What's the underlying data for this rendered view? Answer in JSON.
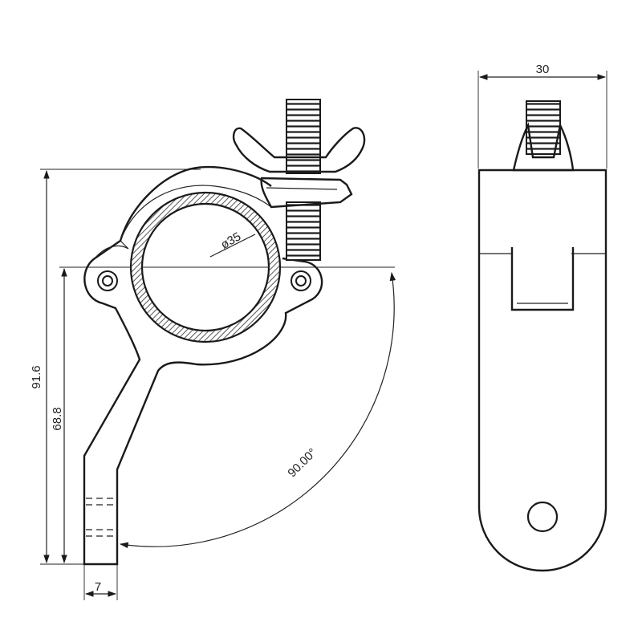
{
  "dimensions": {
    "overall_height": "91.6",
    "handle_height": "68.8",
    "handle_width": "7",
    "tube_diameter": "ø35",
    "angle": "90.00°",
    "side_width": "30"
  },
  "colors": {
    "line": "#1a1a1a",
    "background": "#ffffff",
    "hatch": "#555555"
  }
}
